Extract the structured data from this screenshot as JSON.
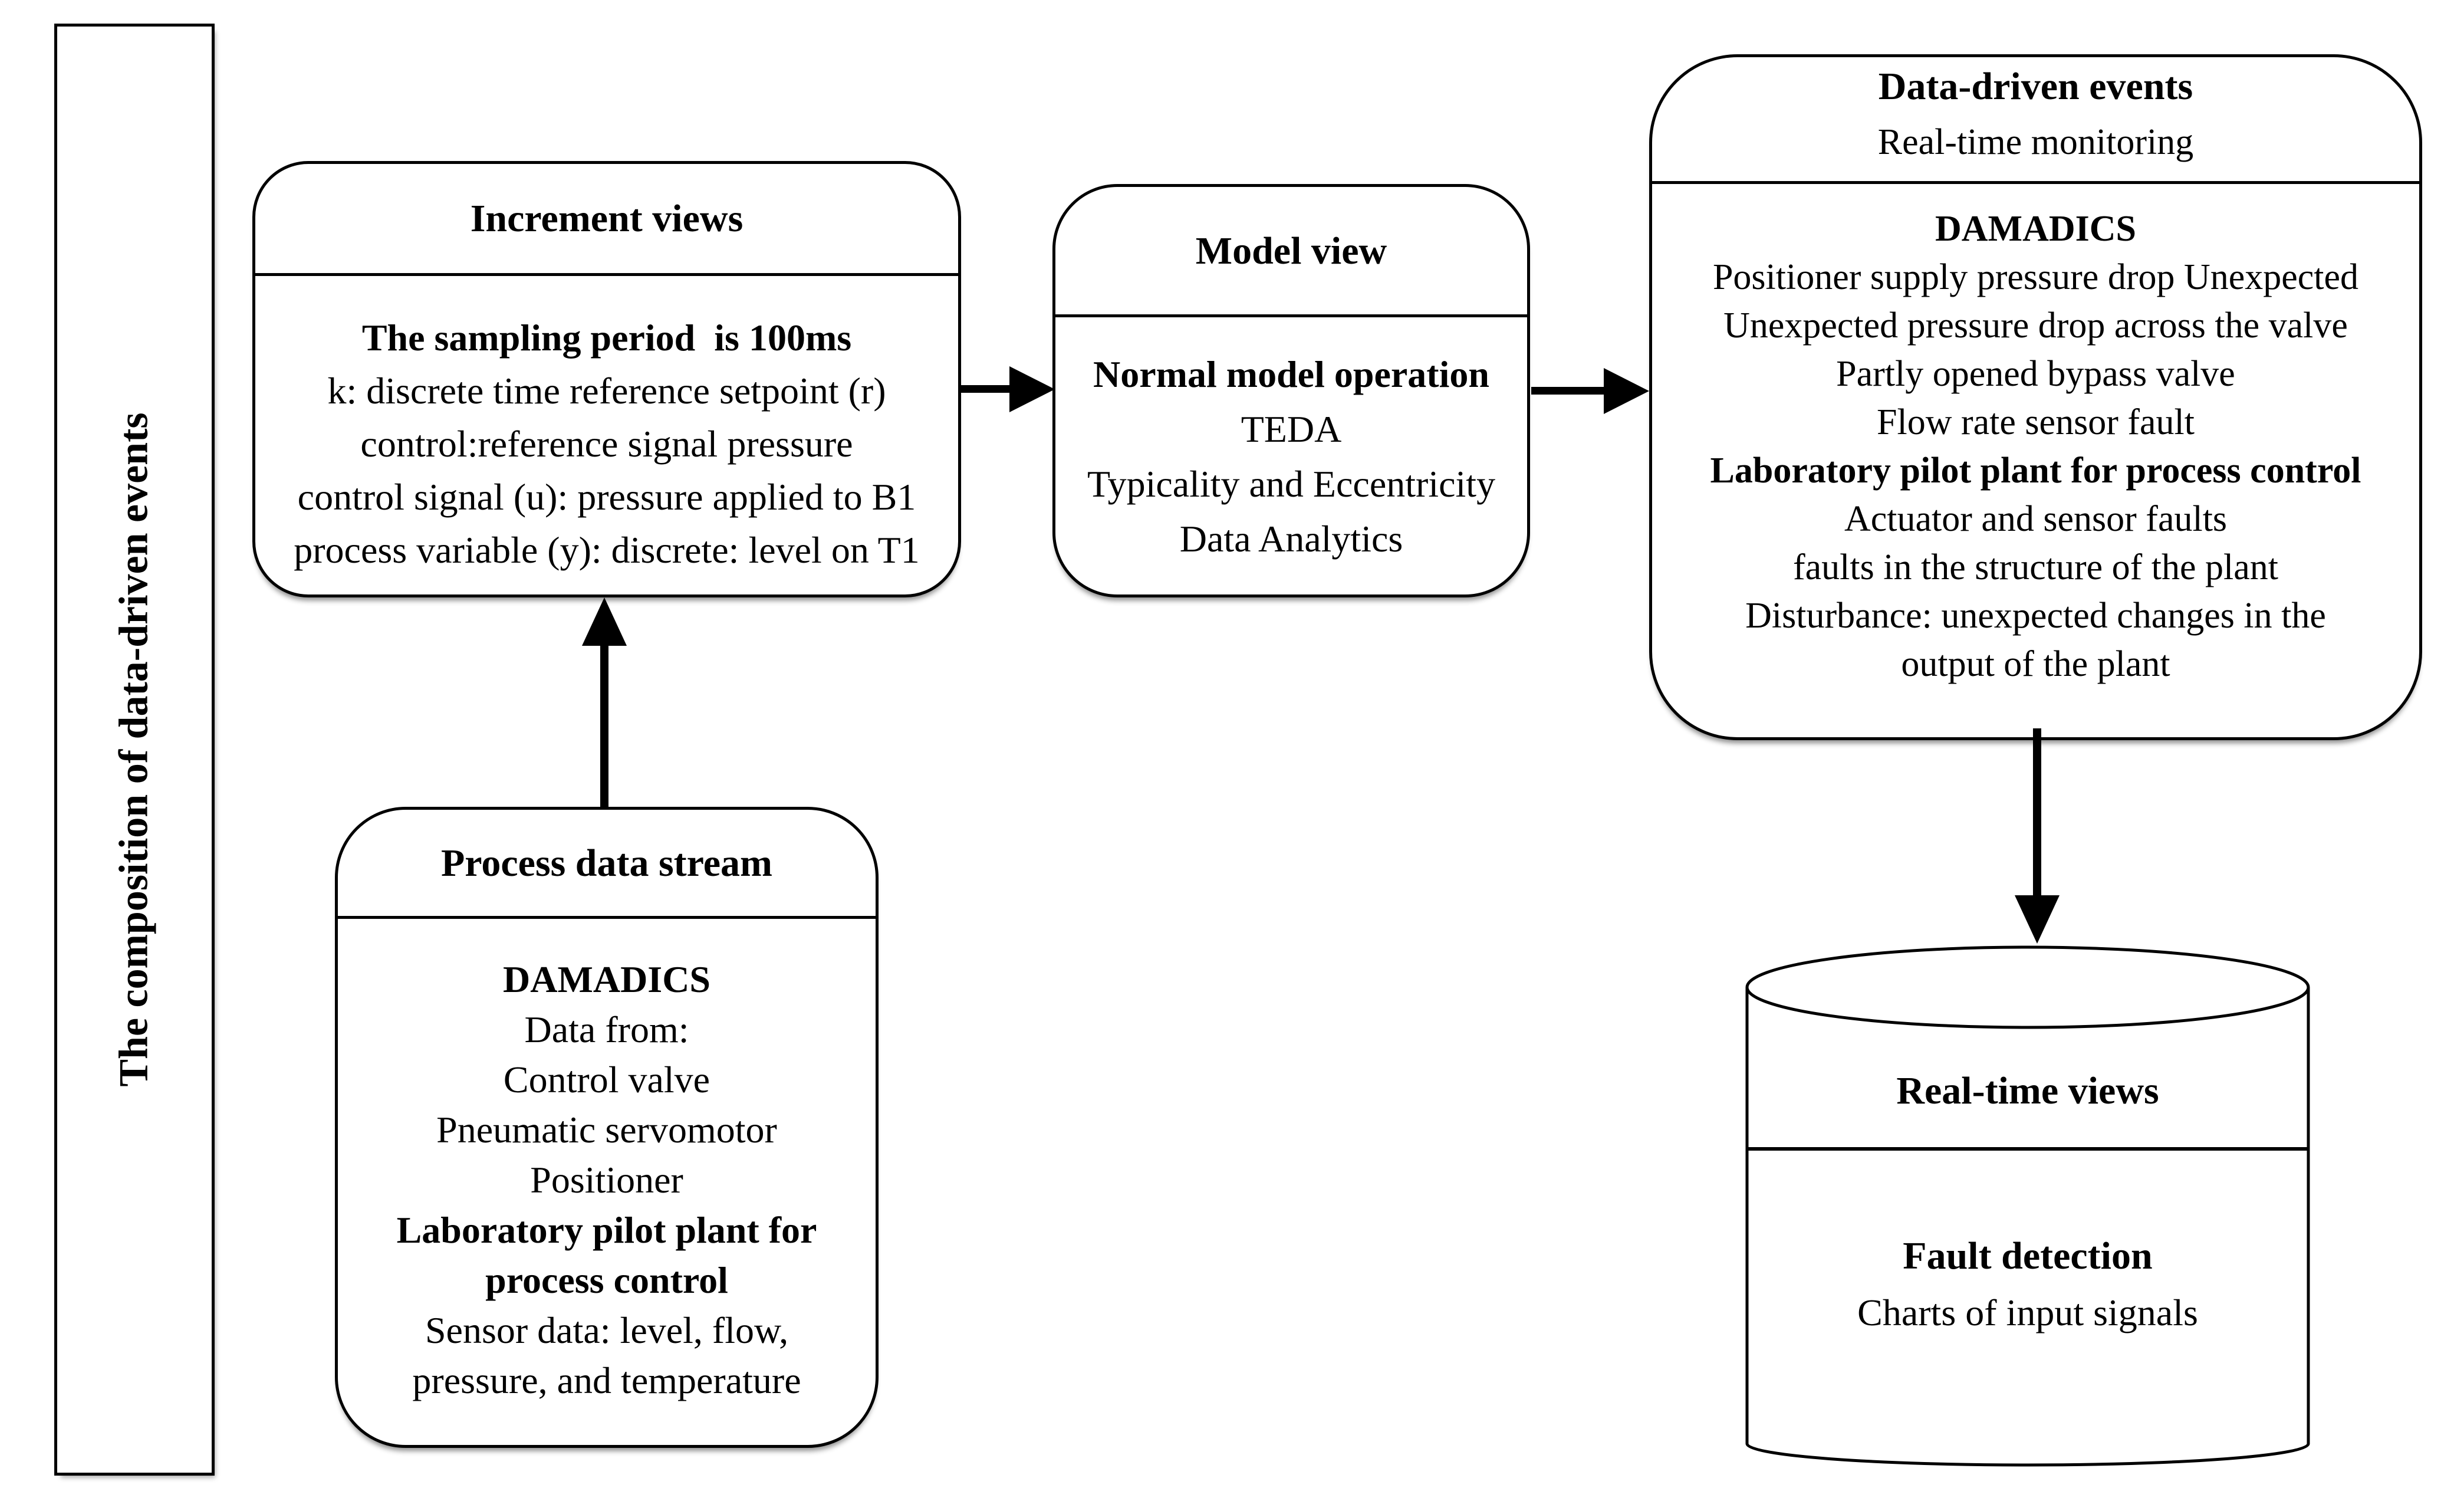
{
  "banner": {
    "label": "The composition of data-driven events"
  },
  "nodes": {
    "increment_views": {
      "title": "Increment views",
      "body": [
        {
          "text": "The sampling period  is 100ms",
          "bold": true
        },
        {
          "text": "k: discrete time reference setpoint (r)",
          "bold": false
        },
        {
          "text": "control:reference signal pressure",
          "bold": false
        },
        {
          "text": "control signal (u): pressure applied to B1",
          "bold": false
        },
        {
          "text": "process variable (y): discrete: level on T1",
          "bold": false
        }
      ]
    },
    "process_data_stream": {
      "title": "Process data stream",
      "body": [
        {
          "text": "DAMADICS",
          "bold": true
        },
        {
          "text": "Data from:",
          "bold": false
        },
        {
          "text": "Control valve",
          "bold": false
        },
        {
          "text": "Pneumatic servomotor",
          "bold": false
        },
        {
          "text": "Positioner",
          "bold": false
        },
        {
          "text": "Laboratory pilot plant for",
          "bold": true
        },
        {
          "text": "process control",
          "bold": true
        },
        {
          "text": "Sensor data: level, flow,",
          "bold": false
        },
        {
          "text": "pressure, and temperature",
          "bold": false
        }
      ]
    },
    "model_view": {
      "title": "Model view",
      "body": [
        {
          "text": "Normal model operation",
          "bold": true
        },
        {
          "text": "TEDA",
          "bold": false
        },
        {
          "text": "Typicality and Eccentricity",
          "bold": false
        },
        {
          "text": "Data Analytics",
          "bold": false
        }
      ]
    },
    "data_driven_events": {
      "title": "Data-driven events",
      "subtitle": "Real-time monitoring",
      "body": [
        {
          "text": "DAMADICS",
          "bold": true
        },
        {
          "text": "Positioner supply pressure drop Unexpected",
          "bold": false
        },
        {
          "text": "Unexpected pressure drop across the valve",
          "bold": false
        },
        {
          "text": "Partly opened bypass valve",
          "bold": false
        },
        {
          "text": "Flow rate sensor fault",
          "bold": false
        },
        {
          "text": "Laboratory pilot plant for process control",
          "bold": true
        },
        {
          "text": "Actuator and sensor faults",
          "bold": false
        },
        {
          "text": "faults in the structure of the plant",
          "bold": false
        },
        {
          "text": "Disturbance: unexpected changes in the",
          "bold": false
        },
        {
          "text": "output of the plant",
          "bold": false
        }
      ]
    },
    "real_time_views": {
      "title": "Real-time views",
      "body": [
        {
          "text": "Fault detection",
          "bold": true
        },
        {
          "text": "Charts of input signals",
          "bold": false
        }
      ]
    }
  },
  "connections": [
    {
      "from": "process_data_stream",
      "to": "increment_views",
      "direction": "up"
    },
    {
      "from": "increment_views",
      "to": "model_view",
      "direction": "right"
    },
    {
      "from": "model_view",
      "to": "data_driven_events",
      "direction": "right"
    },
    {
      "from": "data_driven_events",
      "to": "real_time_views",
      "direction": "down"
    }
  ],
  "colors": {
    "stroke": "#000000",
    "text": "#000000",
    "background": "#ffffff"
  }
}
